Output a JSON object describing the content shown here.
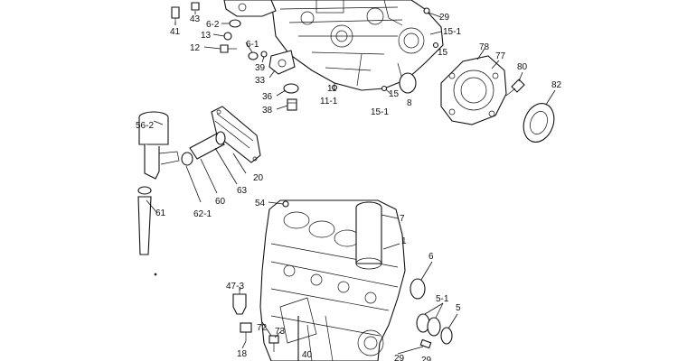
{
  "labels": {
    "p41": "41",
    "p43": "43",
    "p6_2": "6-2",
    "p13": "13",
    "p12": "12",
    "p6_1": "6-1",
    "p39": "39",
    "p33": "33",
    "p36": "36",
    "p38": "38",
    "p11": "11",
    "p11_1": "11-1",
    "p15a": "15",
    "p15_1a": "15-1",
    "p8": "8",
    "p29a": "29",
    "p15_1b": "15-1",
    "p15b": "15",
    "p78": "78",
    "p77": "77",
    "p80": "80",
    "p82": "82",
    "p56_2": "56-2",
    "p20": "20",
    "p63": "63",
    "p60": "60",
    "p62_1": "62-1",
    "p61": "61",
    "p54": "54",
    "p7": "7",
    "p1": "1",
    "p6": "6",
    "p47_3": "47-3",
    "p5_1": "5-1",
    "p5": "5",
    "p72": "72",
    "p73": "73",
    "p18": "18",
    "p40": "40",
    "p29b": "29",
    "p29c": "29"
  }
}
